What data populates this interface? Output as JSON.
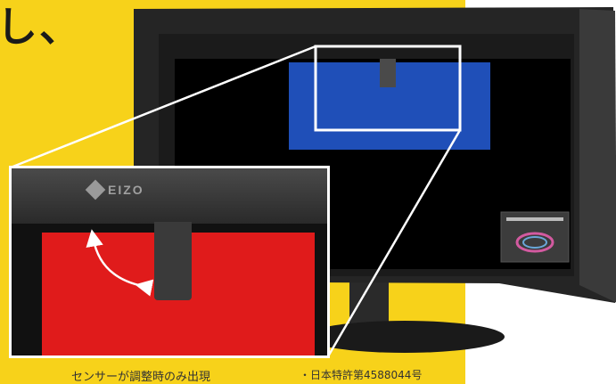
{
  "heading": "し、",
  "logo": {
    "text": "EIZO"
  },
  "captions": {
    "sensor": "センサーが調整時のみ出現",
    "patent": "・日本特許第4588044号"
  },
  "colors": {
    "yellow": "#f7d21a",
    "blue": "#1f4fb8",
    "red": "#e01b1b",
    "monitor": "#1e1e1e"
  },
  "icons": {
    "logo": "eizo-logo-icon",
    "arrow": "curved-arrow-icon",
    "color-wheel": "color-ring-icon"
  }
}
